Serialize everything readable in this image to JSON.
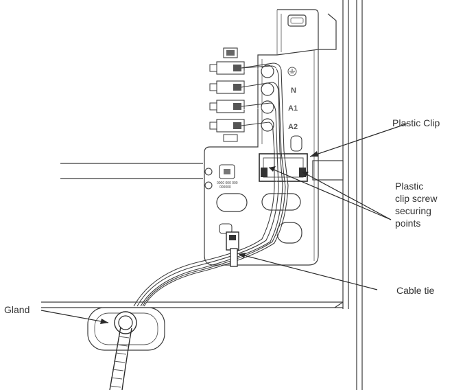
{
  "labels": {
    "plastic_clip": "Plastic Clip",
    "screw_points": [
      "Plastic",
      "clip screw",
      "securing",
      "points"
    ],
    "cable_tie": "Cable tie",
    "gland": "Gland"
  },
  "terminals": {
    "n": "N",
    "a1": "A1",
    "a2": "A2"
  },
  "bracket_marking": [
    "0000 000 000",
    "000000"
  ]
}
